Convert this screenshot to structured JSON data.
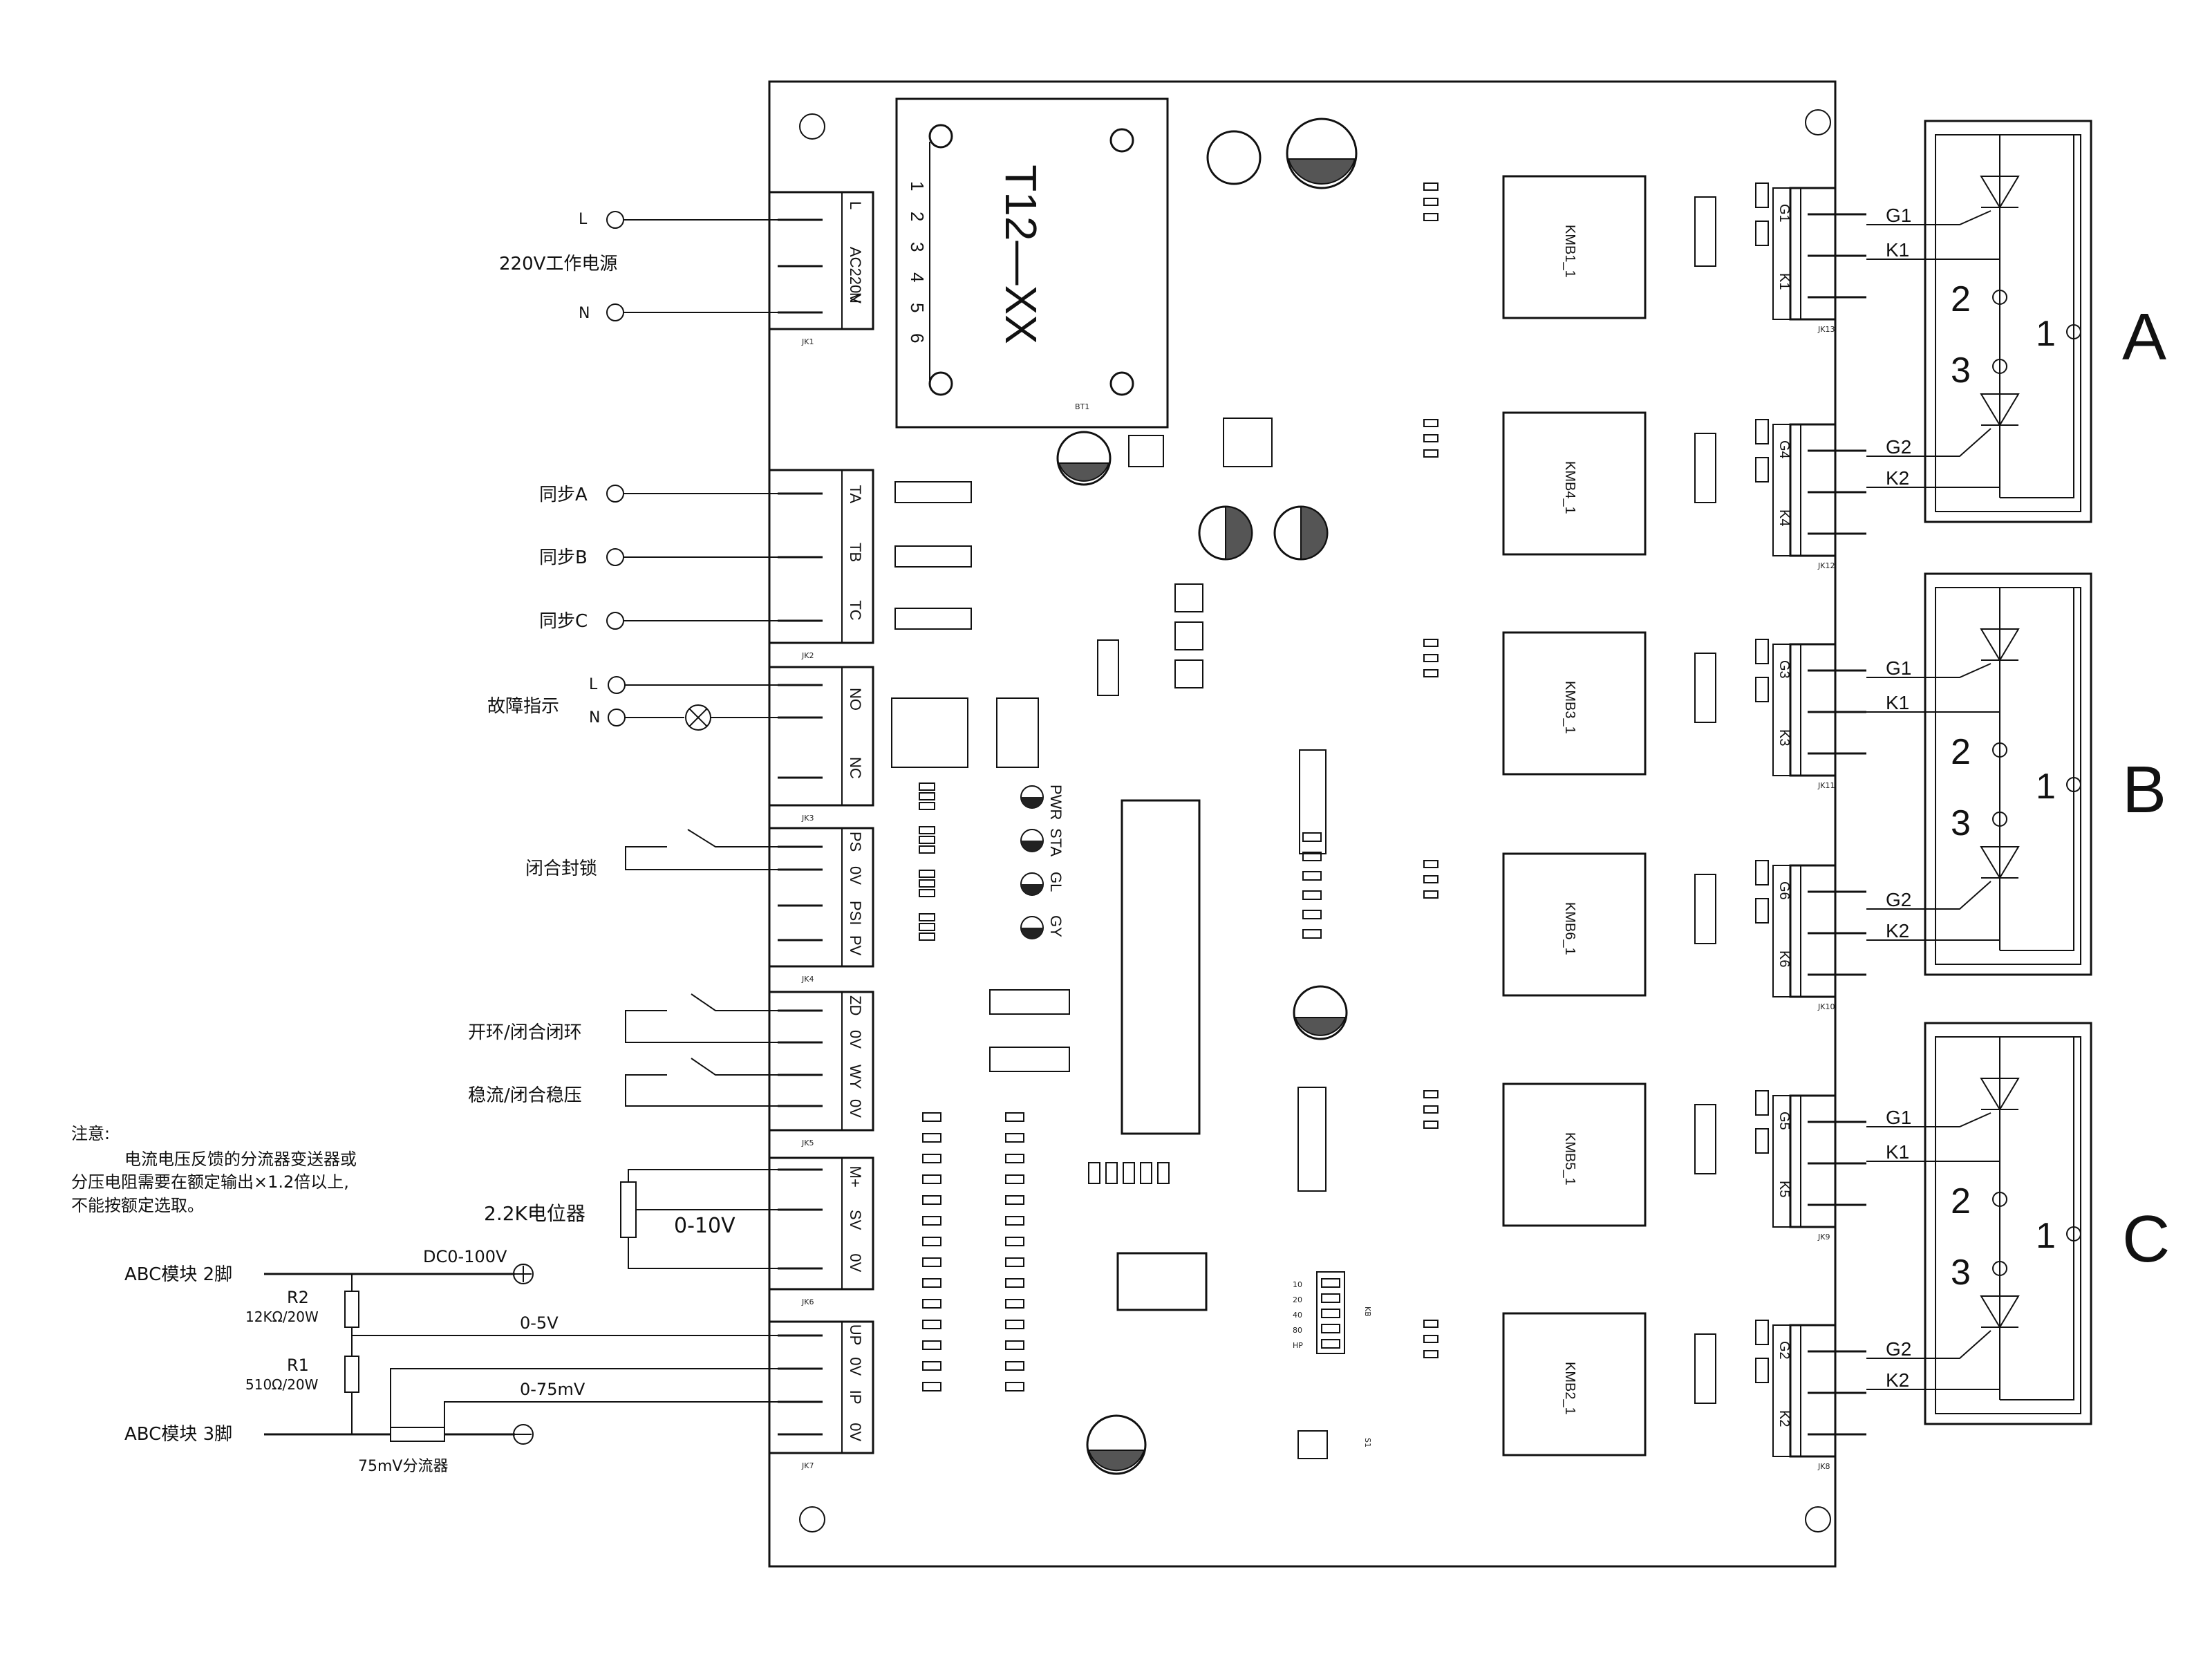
{
  "transformer": {
    "label": "T12—XX",
    "pins": [
      "1",
      "2",
      "3",
      "4",
      "5",
      "6"
    ],
    "ref": "BT1"
  },
  "power": {
    "L": "L",
    "N": "N",
    "title": "220V工作电源",
    "connector": "JK1",
    "pins": [
      "L",
      "AC220V",
      "N"
    ]
  },
  "sync": {
    "labels": [
      "同步A",
      "同步B",
      "同步C"
    ],
    "connector": "JK2",
    "pins": [
      "TA",
      "TB",
      "TC"
    ]
  },
  "fault": {
    "title": "故障指示",
    "L": "L",
    "N": "N",
    "connector": "JK3",
    "pins": [
      "NO",
      "NC"
    ]
  },
  "lock": {
    "title": "闭合封锁",
    "connector": "JK4",
    "pins": [
      "PS",
      "0V",
      "PSI",
      "PV"
    ]
  },
  "loop": {
    "open_closed": "开环/闭合闭环",
    "stab": "稳流/闭合稳压",
    "connector": "JK5",
    "pins": [
      "ZD",
      "0V",
      "WY",
      "0V"
    ]
  },
  "pot": {
    "title": "2.2K电位器",
    "range": "0-10V",
    "connector": "JK6",
    "pins": [
      "M+",
      "SV",
      "0V"
    ]
  },
  "feedback": {
    "connector": "JK7",
    "pins": [
      "UP",
      "0V",
      "IP",
      "0V"
    ],
    "module2": "ABC模块 2脚",
    "module3": "ABC模块 3脚",
    "dc": "DC0-100V",
    "r2": "R2",
    "r2_val": "12KΩ/20W",
    "r1": "R1",
    "r1_val": "510Ω/20W",
    "v05": "0-5V",
    "mv": "0-75mV",
    "shunt": "75mV分流器"
  },
  "note": {
    "title": "注意:",
    "lines": [
      "电流电压反馈的分流器变送器或",
      "分压电阻需要在额定输出×1.2倍以上,",
      "不能按额定选取。"
    ]
  },
  "leds": [
    "PWR",
    "STA",
    "GL",
    "GY"
  ],
  "modules": [
    {
      "name": "KMB1_1",
      "pins": [
        "G1",
        "K1"
      ],
      "conn": "JK13"
    },
    {
      "name": "KMB4_1",
      "pins": [
        "G4",
        "K4"
      ],
      "conn": "JK12"
    },
    {
      "name": "KMB3_1",
      "pins": [
        "G3",
        "K3"
      ],
      "conn": "JK11"
    },
    {
      "name": "KMB6_1",
      "pins": [
        "G6",
        "K6"
      ],
      "conn": "JK10"
    },
    {
      "name": "KMB5_1",
      "pins": [
        "G5",
        "K5"
      ],
      "conn": "JK9"
    },
    {
      "name": "KMB2_1",
      "pins": [
        "G2",
        "K2"
      ],
      "conn": "JK8"
    }
  ],
  "phases": [
    {
      "name": "A",
      "g1": "G1",
      "k1": "K1",
      "g2": "G2",
      "k2": "K2",
      "n1": "1",
      "n2": "2",
      "n3": "3"
    },
    {
      "name": "B",
      "g1": "G1",
      "k1": "K1",
      "g2": "G2",
      "k2": "K2",
      "n1": "1",
      "n2": "2",
      "n3": "3"
    },
    {
      "name": "C",
      "g1": "G1",
      "k1": "K1",
      "g2": "G2",
      "k2": "K2",
      "n1": "1",
      "n2": "2",
      "n3": "3"
    }
  ],
  "dip": {
    "ref": "KB",
    "labels": [
      "10",
      "20",
      "40",
      "80",
      "HP"
    ]
  },
  "switch_ref": "S1"
}
